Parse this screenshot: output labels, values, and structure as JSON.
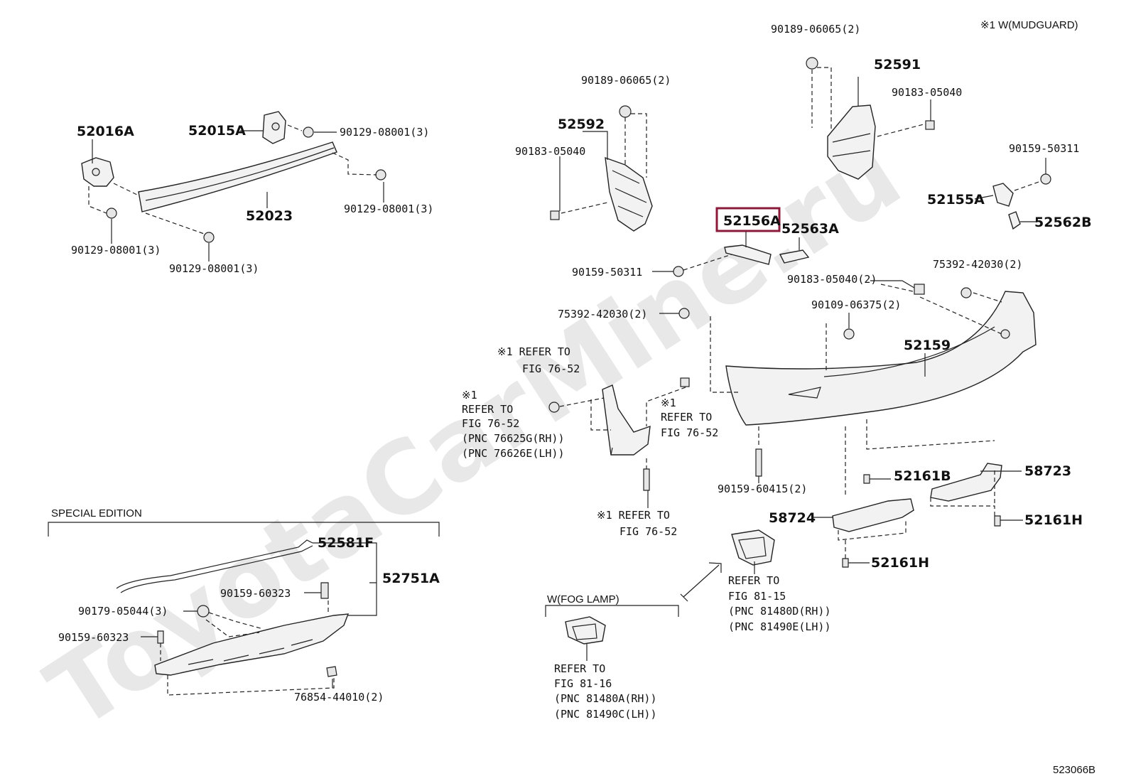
{
  "watermark": "ToyotaCarMine.ru",
  "note_top_right": "※1  W(MUDGUARD)",
  "diagram_id": "523066B",
  "highlight_color": "#8b1a3a",
  "labels": {
    "p52016A": "52016A",
    "p52015A": "52015A",
    "p90129a": "90129-08001(3)",
    "p90129b": "90129-08001(3)",
    "p90129c": "90129-08001(3)",
    "p90129d": "90129-08001(3)",
    "p52023": "52023",
    "p90189a": "90189-06065(2)",
    "p52592": "52592",
    "p90183a": "90183-05040",
    "p90189b": "90189-06065(2)",
    "p52591": "52591",
    "p90183b": "90183-05040",
    "p90159a": "90159-50311",
    "p52155A": "52155A",
    "p52562B": "52562B",
    "p52156A": "52156A",
    "p52563A": "52563A",
    "p90159b": "90159-50311",
    "p90183c": "90183-05040(2)",
    "p75392a": "75392-42030(2)",
    "p75392b": "75392-42030(2)",
    "p90109": "90109-06375(2)",
    "p52159": "52159",
    "ref1_a": "※1 REFER TO",
    "ref1_b": "FIG 76-52",
    "ref2_a": "※1",
    "ref2_b": "REFER TO",
    "ref2_c": "FIG 76-52",
    "ref2_d": "(PNC 76625G(RH))",
    "ref2_e": "(PNC 76626E(LH))",
    "ref3_a": "※1",
    "ref3_b": "REFER TO",
    "ref3_c": "FIG 76-52",
    "ref4_a": "※1 REFER TO",
    "ref4_b": "FIG 76-52",
    "p90159c": "90159-60415(2)",
    "p52161B": "52161B",
    "p58723": "58723",
    "p58724": "58724",
    "p52161H_a": "52161H",
    "p52161H_b": "52161H",
    "ref5_a": "REFER TO",
    "ref5_b": "FIG 81-15",
    "ref5_c": "(PNC 81480D(RH))",
    "ref5_d": "(PNC 81490E(LH))",
    "fog_title": "W(FOG LAMP)",
    "ref6_a": "REFER TO",
    "ref6_b": "FIG 81-16",
    "ref6_c": "(PNC 81480A(RH))",
    "ref6_d": "(PNC 81490C(LH))",
    "special_title": "SPECIAL EDITION",
    "p52581F": "52581F",
    "p52751A": "52751A",
    "p90159d": "90159-60323",
    "p90179": "90179-05044(3)",
    "p90159e": "90159-60323",
    "p76854": "76854-44010(2)"
  }
}
